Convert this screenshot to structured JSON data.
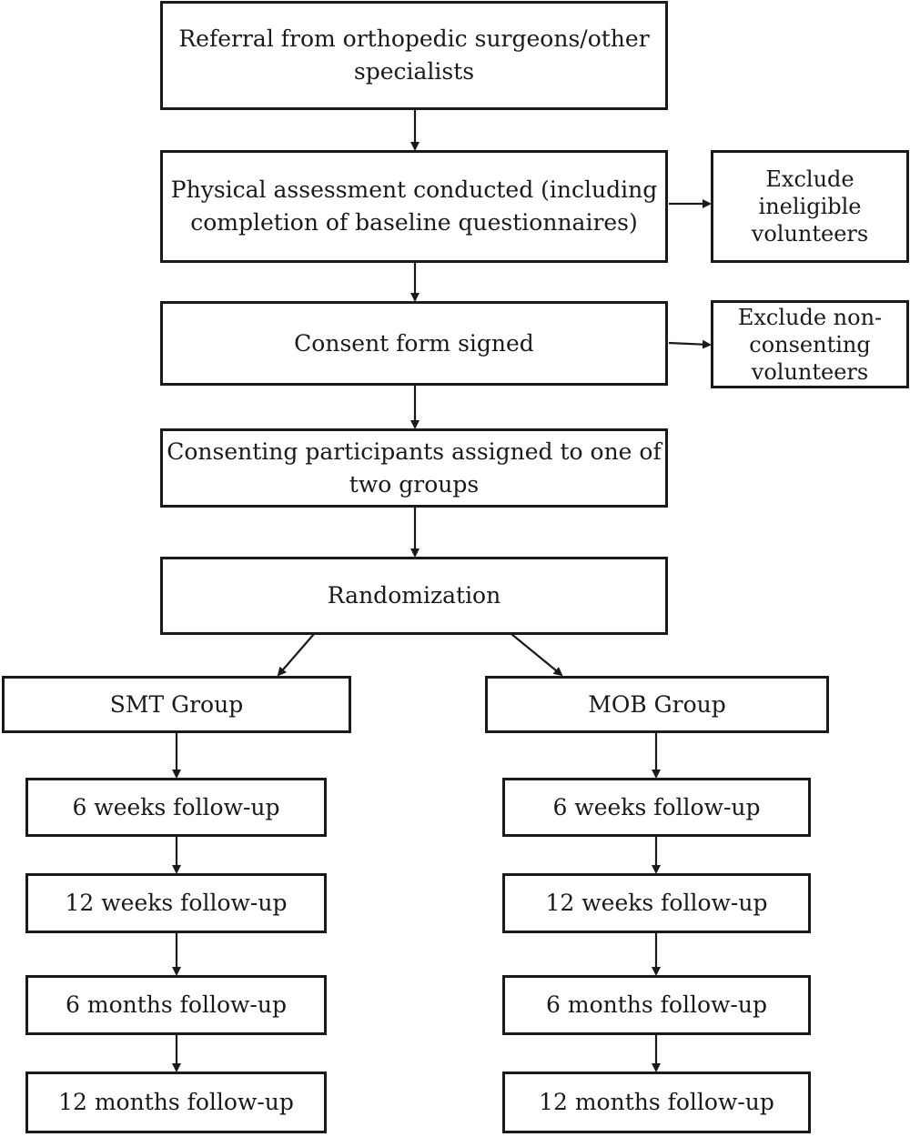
{
  "flowchart": {
    "referral": "Referral from orthopedic surgeons/other\nspecialists",
    "assessment": "Physical assessment conducted (including\ncompletion of baseline questionnaires)",
    "exclude_ineligible": "Exclude\nineligible\nvolunteers",
    "consent": "Consent form signed",
    "exclude_nonconsenting": "Exclude non-\nconsenting\nvolunteers",
    "assigned": "Consenting participants assigned to one of\ntwo groups",
    "randomization": "Randomization",
    "smt": {
      "group": "SMT Group",
      "w6": "6 weeks follow-up",
      "w12": "12 weeks follow-up",
      "m6": "6 months follow-up",
      "m12": "12 months follow-up"
    },
    "mob": {
      "group": "MOB Group",
      "w6": "6 weeks follow-up",
      "w12": "12 weeks follow-up",
      "m6": "6 months follow-up",
      "m12": "12 months follow-up"
    }
  }
}
